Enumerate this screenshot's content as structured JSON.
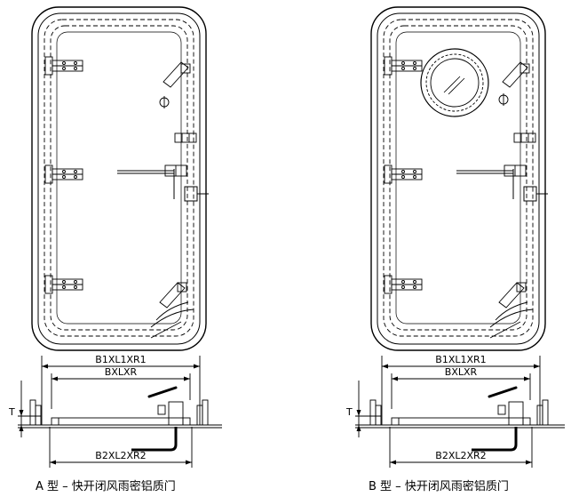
{
  "figures": [
    {
      "id": "a",
      "has_porthole": false,
      "dims": {
        "overall": "B1XL1XR1",
        "middle": "BXLXR",
        "bottom": "B2XL2XR2",
        "thickness": "T"
      },
      "caption": "A 型 – 快开闭风雨密铝质门"
    },
    {
      "id": "b",
      "has_porthole": true,
      "dims": {
        "overall": "B1XL1XR1",
        "middle": "BXLXR",
        "bottom": "B2XL2XR2",
        "thickness": "T"
      },
      "caption": "B 型 – 快开闭风雨密铝质门"
    }
  ]
}
